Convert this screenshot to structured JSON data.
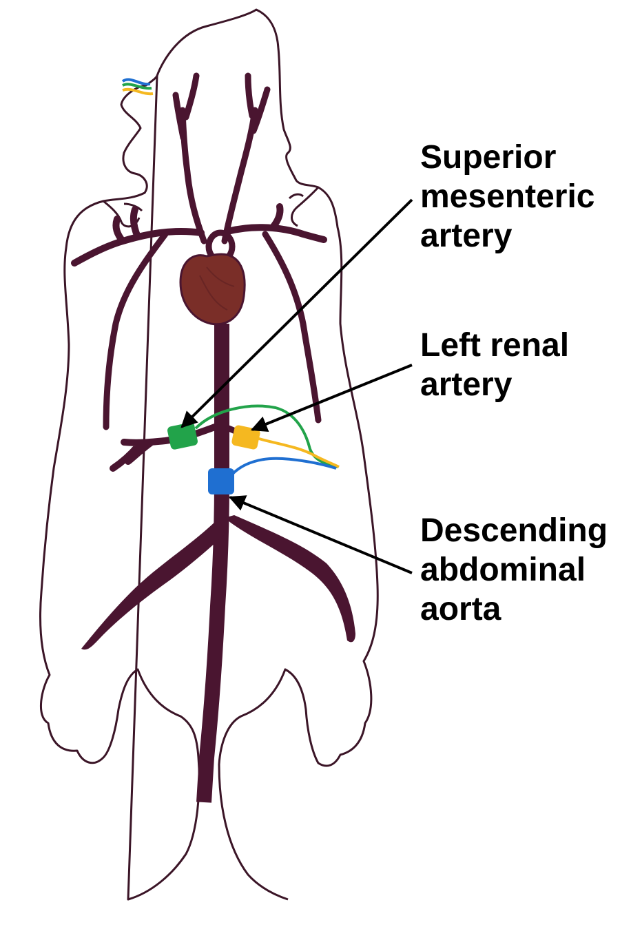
{
  "labels": {
    "superior_mesenteric": [
      "Superior",
      "mesenteric",
      "artery"
    ],
    "left_renal": [
      "Left renal",
      "artery"
    ],
    "descending_abdominal": [
      "Descending",
      "abdominal",
      "aorta"
    ]
  },
  "colors": {
    "outline": "#3b1527",
    "vessel": "#4a1530",
    "heart": "#7a2e28",
    "probe_sma": "#22a34a",
    "probe_renal": "#f5b820",
    "probe_aorta": "#1f6fd1",
    "arrow": "#000000"
  },
  "icons": {
    "body": "rat-outline-icon",
    "heart": "heart-icon",
    "flow_probe": "flow-probe-icon"
  }
}
